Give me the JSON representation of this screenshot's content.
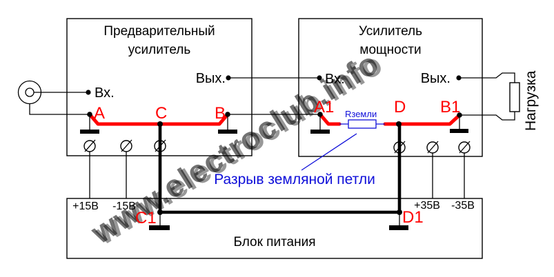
{
  "preamp": {
    "title_line1": "Предварительный",
    "title_line2": "усилитель",
    "input_label": "Вх.",
    "output_label": "Вых."
  },
  "power_amp": {
    "title_line1": "Усилитель",
    "title_line2": "мощности",
    "input_label": "Вх.",
    "output_label": "Вых."
  },
  "power_supply": {
    "title": "Блок питания",
    "rails": {
      "preamp_pos": "+15В",
      "preamp_neg": "-15В",
      "amp_pos": "+35В",
      "amp_neg": "-35В"
    }
  },
  "nodes": {
    "a": "A",
    "c": "C",
    "b": "B",
    "a1": "A1",
    "d": "D",
    "b1": "B1",
    "c1": "C1",
    "d1": "D1"
  },
  "ground_resistor_label": "Rземли",
  "annotation": "Разрыв земляной петли",
  "load_label": "Нагрузка",
  "watermark": "www.electroclub.info",
  "colors": {
    "bus": "#ff0000",
    "node_label": "#ff0000",
    "annotation_blue": "#0f0fd9",
    "wire": "#000000",
    "background": "#ffffff"
  }
}
